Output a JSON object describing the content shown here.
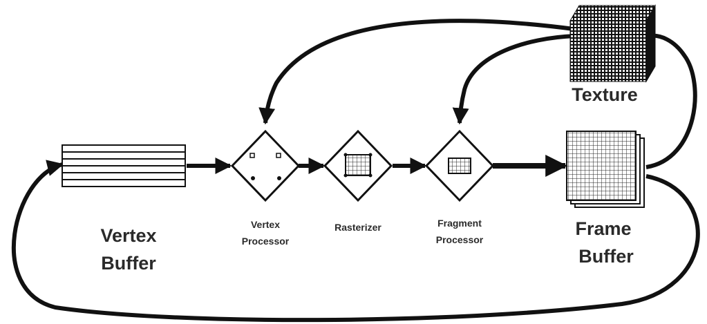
{
  "nodes": {
    "vertex_buffer": {
      "line1": "Vertex",
      "line2": "Buffer"
    },
    "vertex_processor": {
      "line1": "Vertex",
      "line2": "Processor"
    },
    "rasterizer": {
      "line1": "Rasterizer"
    },
    "fragment_processor": {
      "line1": "Fragment",
      "line2": "Processor"
    },
    "frame_buffer": {
      "line1": "Frame",
      "line2": "Buffer"
    },
    "texture": {
      "line1": "Texture"
    }
  },
  "colors": {
    "ink": "#111111",
    "label": "#2a2a2a"
  }
}
